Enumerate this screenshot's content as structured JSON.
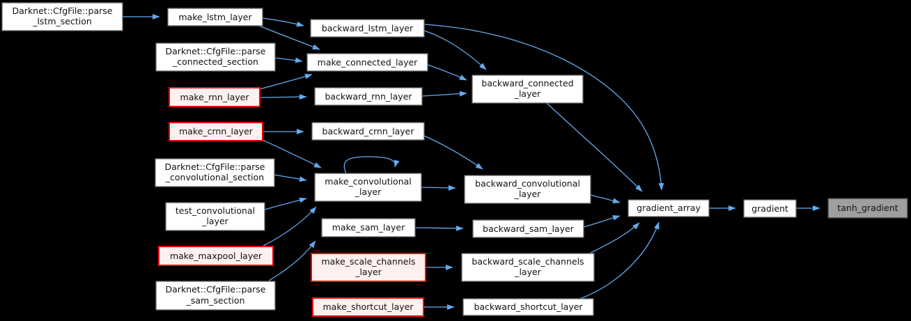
{
  "graph": {
    "type": "call-graph",
    "focus_function": "tanh_gradient",
    "colors": {
      "background": "#000000",
      "edge": "#63aaee",
      "node_fill": "#ffffff",
      "node_border": "#666666",
      "truncated_node_fill": "#fff0f0",
      "truncated_node_border": "#ff0000",
      "focus_node_fill": "#9f9f9f",
      "focus_node_border": "#404040",
      "text": "#111111"
    },
    "nodes": {
      "parse_lstm_section": {
        "full": "Darknet::CfgFile::parse_lstm_section",
        "line1": "Darknet::CfgFile::parse",
        "line2": "_lstm_section",
        "style": "normal"
      },
      "make_lstm_layer": {
        "full": "make_lstm_layer",
        "line1": "make_lstm_layer",
        "style": "normal"
      },
      "backward_lstm_layer": {
        "full": "backward_lstm_layer",
        "line1": "backward_lstm_layer",
        "style": "normal"
      },
      "parse_connected_section": {
        "full": "Darknet::CfgFile::parse_connected_section",
        "line1": "Darknet::CfgFile::parse",
        "line2": "_connected_section",
        "style": "normal"
      },
      "make_connected_layer": {
        "full": "make_connected_layer",
        "line1": "make_connected_layer",
        "style": "normal"
      },
      "make_rnn_layer": {
        "full": "make_rnn_layer",
        "line1": "make_rnn_layer",
        "style": "truncated"
      },
      "backward_rnn_layer": {
        "full": "backward_rnn_layer",
        "line1": "backward_rnn_layer",
        "style": "normal"
      },
      "backward_connected_layer": {
        "full": "backward_connected_layer",
        "line1": "backward_connected",
        "line2": "_layer",
        "style": "normal"
      },
      "make_crnn_layer": {
        "full": "make_crnn_layer",
        "line1": "make_crnn_layer",
        "style": "truncated"
      },
      "backward_crnn_layer": {
        "full": "backward_crnn_layer",
        "line1": "backward_crnn_layer",
        "style": "normal"
      },
      "parse_convolutional_section": {
        "full": "Darknet::CfgFile::parse_convolutional_section",
        "line1": "Darknet::CfgFile::parse",
        "line2": "_convolutional_section",
        "style": "normal"
      },
      "make_convolutional_layer": {
        "full": "make_convolutional_layer",
        "line1": "make_convolutional",
        "line2": "_layer",
        "style": "normal"
      },
      "test_convolutional_layer": {
        "full": "test_convolutional_layer",
        "line1": "test_convolutional",
        "line2": "_layer",
        "style": "normal"
      },
      "backward_convolutional_layer": {
        "full": "backward_convolutional_layer",
        "line1": "backward_convolutional",
        "line2": "_layer",
        "style": "normal"
      },
      "make_sam_layer": {
        "full": "make_sam_layer",
        "line1": "make_sam_layer",
        "style": "normal"
      },
      "backward_sam_layer": {
        "full": "backward_sam_layer",
        "line1": "backward_sam_layer",
        "style": "normal"
      },
      "make_maxpool_layer": {
        "full": "make_maxpool_layer",
        "line1": "make_maxpool_layer",
        "style": "truncated"
      },
      "make_scale_channels_layer": {
        "full": "make_scale_channels_layer",
        "line1": "make_scale_channels",
        "line2": "_layer",
        "style": "truncated"
      },
      "backward_scale_channels_layer": {
        "full": "backward_scale_channels_layer",
        "line1": "backward_scale_channels",
        "line2": "_layer",
        "style": "normal"
      },
      "parse_sam_section": {
        "full": "Darknet::CfgFile::parse_sam_section",
        "line1": "Darknet::CfgFile::parse",
        "line2": "_sam_section",
        "style": "normal"
      },
      "make_shortcut_layer": {
        "full": "make_shortcut_layer",
        "line1": "make_shortcut_layer",
        "style": "truncated"
      },
      "backward_shortcut_layer": {
        "full": "backward_shortcut_layer",
        "line1": "backward_shortcut_layer",
        "style": "normal"
      },
      "gradient_array": {
        "full": "gradient_array",
        "line1": "gradient_array",
        "style": "normal"
      },
      "gradient": {
        "full": "gradient",
        "line1": "gradient",
        "style": "normal"
      },
      "tanh_gradient": {
        "full": "tanh_gradient",
        "line1": "tanh_gradient",
        "style": "focus"
      }
    },
    "edges": [
      {
        "from": "parse_lstm_section",
        "to": "make_lstm_layer"
      },
      {
        "from": "make_lstm_layer",
        "to": "backward_lstm_layer"
      },
      {
        "from": "make_lstm_layer",
        "to": "make_connected_layer"
      },
      {
        "from": "backward_lstm_layer",
        "to": "backward_connected_layer"
      },
      {
        "from": "backward_lstm_layer",
        "to": "gradient_array"
      },
      {
        "from": "parse_connected_section",
        "to": "make_connected_layer"
      },
      {
        "from": "make_rnn_layer",
        "to": "make_connected_layer"
      },
      {
        "from": "make_rnn_layer",
        "to": "backward_rnn_layer"
      },
      {
        "from": "make_connected_layer",
        "to": "backward_connected_layer"
      },
      {
        "from": "backward_rnn_layer",
        "to": "backward_connected_layer"
      },
      {
        "from": "backward_connected_layer",
        "to": "gradient_array"
      },
      {
        "from": "make_crnn_layer",
        "to": "backward_crnn_layer"
      },
      {
        "from": "make_crnn_layer",
        "to": "make_convolutional_layer"
      },
      {
        "from": "backward_crnn_layer",
        "to": "backward_convolutional_layer"
      },
      {
        "from": "parse_convolutional_section",
        "to": "make_convolutional_layer"
      },
      {
        "from": "test_convolutional_layer",
        "to": "make_convolutional_layer"
      },
      {
        "from": "make_maxpool_layer",
        "to": "make_convolutional_layer"
      },
      {
        "from": "make_convolutional_layer",
        "to": "make_convolutional_layer"
      },
      {
        "from": "make_convolutional_layer",
        "to": "backward_convolutional_layer"
      },
      {
        "from": "backward_convolutional_layer",
        "to": "gradient_array"
      },
      {
        "from": "parse_sam_section",
        "to": "make_sam_layer"
      },
      {
        "from": "make_sam_layer",
        "to": "backward_sam_layer"
      },
      {
        "from": "backward_sam_layer",
        "to": "gradient_array"
      },
      {
        "from": "make_scale_channels_layer",
        "to": "backward_scale_channels_layer"
      },
      {
        "from": "backward_scale_channels_layer",
        "to": "gradient_array"
      },
      {
        "from": "make_shortcut_layer",
        "to": "backward_shortcut_layer"
      },
      {
        "from": "backward_shortcut_layer",
        "to": "gradient_array"
      },
      {
        "from": "gradient_array",
        "to": "gradient"
      },
      {
        "from": "gradient",
        "to": "tanh_gradient"
      }
    ]
  }
}
